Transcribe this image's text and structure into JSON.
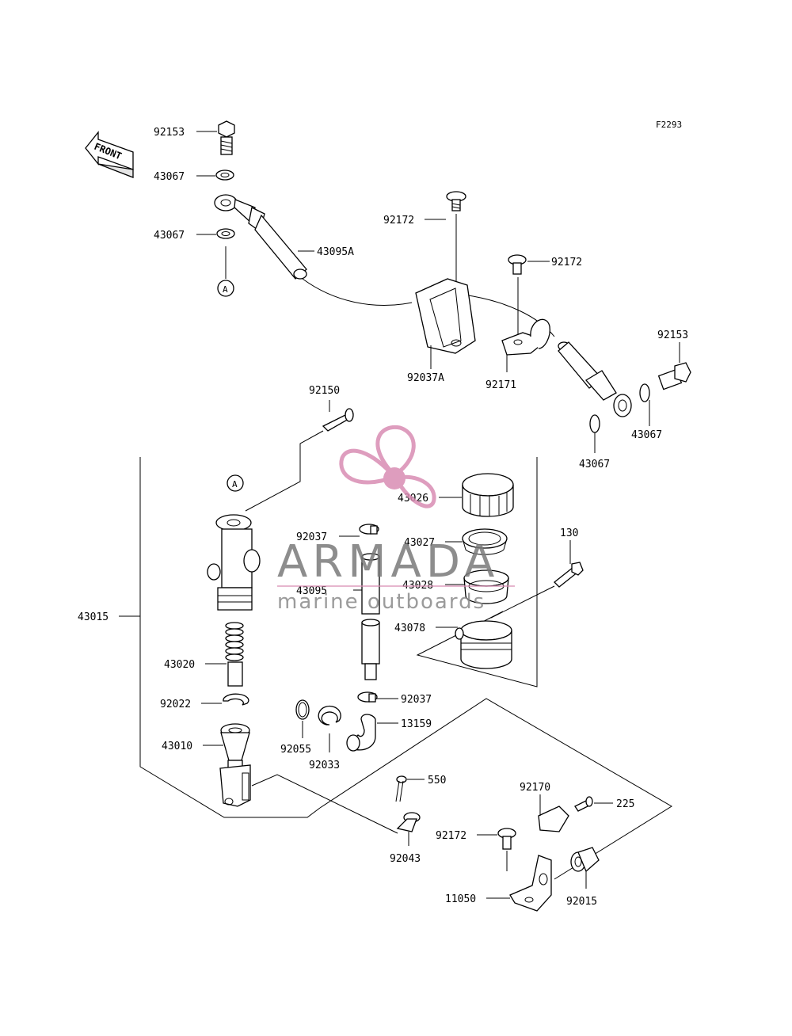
{
  "figure_code": "F2293",
  "front_label": "FRONT",
  "ref_marker": "A",
  "watermark": {
    "brand": "ARMADA",
    "tagline": "marine outboards",
    "color": "#d98cb3"
  },
  "labels": {
    "p92153_top": "92153",
    "p43067_a": "43067",
    "p43067_b": "43067",
    "p43095A": "43095A",
    "p92172_a": "92172",
    "p92172_b": "92172",
    "p92037A": "92037A",
    "p92171": "92171",
    "p92153_right": "92153",
    "p43067_c": "43067",
    "p43067_d": "43067",
    "p92150": "92150",
    "p43026": "43026",
    "p92037_a": "92037",
    "p43027": "43027",
    "p130": "130",
    "p43095": "43095",
    "p43028": "43028",
    "p43015": "43015",
    "p43078": "43078",
    "p43020": "43020",
    "p92037_b": "92037",
    "p92022": "92022",
    "p13159": "13159",
    "p92055": "92055",
    "p43010": "43010",
    "p92033": "92033",
    "p550": "550",
    "p92170": "92170",
    "p225": "225",
    "p92172_c": "92172",
    "p92043": "92043",
    "p11050": "11050",
    "p92015": "92015"
  }
}
